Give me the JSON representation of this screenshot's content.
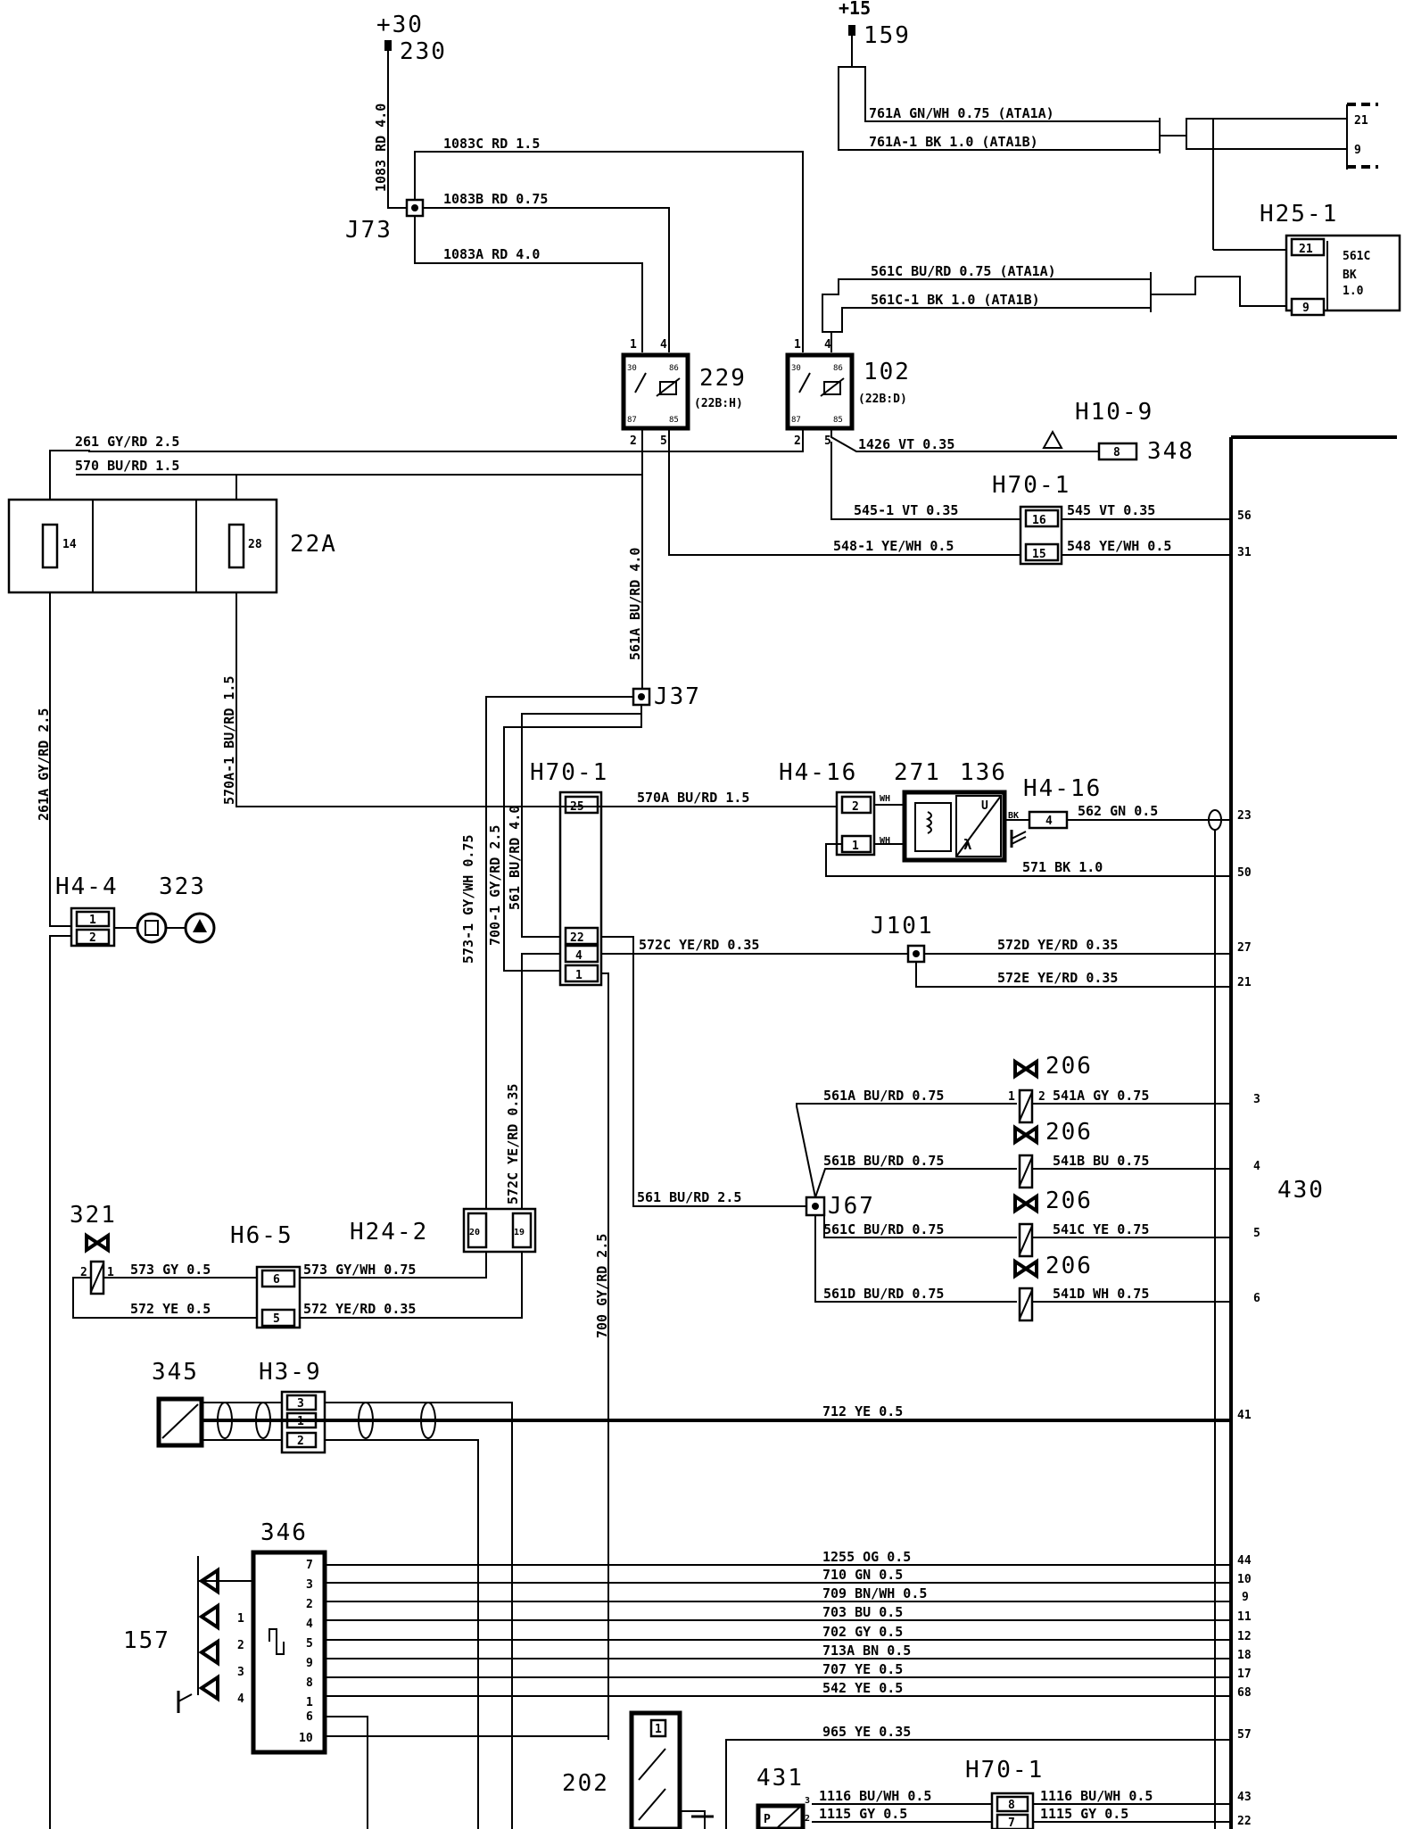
{
  "power": {
    "p30": "+30",
    "p230": "230",
    "p15": "+15",
    "p159": "159"
  },
  "components": {
    "j73": "J73",
    "j37": "J37",
    "j101": "J101",
    "j67": "J67",
    "c229": "229",
    "c229_ref": "(22B:H)",
    "c102": "102",
    "c102_ref": "(22B:D)",
    "h25_1": "H25-1",
    "h10_9": "H10-9",
    "c348": "348",
    "h70_1_top": "H70-1",
    "h70_1_mid": "H70-1",
    "h70_1_bot": "H70-1",
    "c22a": "22A",
    "h4_16_a": "H4-16",
    "c271": "271",
    "c136": "136",
    "h4_16_b": "H4-16",
    "h4_4": "H4-4",
    "c323": "323",
    "c206": "206",
    "c321": "321",
    "h6_5": "H6-5",
    "h24_2": "H24-2",
    "c345": "345",
    "h3_9": "H3-9",
    "c346": "346",
    "c157": "157",
    "c430": "430",
    "c202": "202",
    "c431": "431"
  },
  "wires": {
    "w1083_rd": "1083 RD 4.0",
    "w1083c": "1083C RD 1.5",
    "w1083b": "1083B RD 0.75",
    "w1083a": "1083A RD 4.0",
    "w761a": "761A GN/WH 0.75  (ATA1A)",
    "w761a1": "761A-1 BK 1.0   (ATA1B)",
    "w561c": "561C BU/RD 0.75  (ATA1A)",
    "w561c1": "561C-1 BK 1.0   (ATA1B)",
    "w261": "261 GY/RD 2.5",
    "w570": "570 BU/RD 1.5",
    "w1426": "1426 VT 0.35",
    "w545_1": "545-1 VT 0.35",
    "w545": "545 VT 0.35",
    "w548_1": "548-1 YE/WH 0.5",
    "w548": "548 YE/WH 0.5",
    "w261a": "261A GY/RD 2.5",
    "w570a1": "570A-1 BU/RD 1.5",
    "w561a_v": "561A BU/RD 4.0",
    "w573_1": "573-1 GY/WH 0.75",
    "w700_1": "700-1 GY/RD 2.5",
    "w561_v": "561 BU/RD 4.0",
    "w570a": "570A BU/RD 1.5",
    "w562": "562  GN  0.5",
    "w571": "571  BK  1.0",
    "w572c": "572C YE/RD 0.35",
    "w572d": "572D  YE/RD  0.35",
    "w572e": "572E  YE/RD  0.35",
    "w572c_v": "572C YE/RD 0.35",
    "w700": "700 GY/RD 2.5",
    "w561": "561 BU/RD 2.5",
    "w561a": "561A BU/RD 0.75",
    "w541a": "541A GY 0.75",
    "w561b": "561B BU/RD 0.75",
    "w541b": "541B BU 0.75",
    "w561c_b": "561C BU/RD 0.75",
    "w541c": "541C YE 0.75",
    "w561d": "561D BU/RD 0.75",
    "w541d": "541D WH 0.75",
    "w573": "573 GY 0.5",
    "w573_gw": "573 GY/WH 0.75",
    "w572": "572 YE 0.5",
    "w572_yr": "572 YE/RD 0.35",
    "w712": "712 YE 0.5",
    "w1255": "1255 OG 0.5",
    "w710": "710 GN 0.5",
    "w709": "709 BN/WH 0.5",
    "w703": "703 BU 0.5",
    "w702": "702 GY 0.5",
    "w713a": "713A BN 0.5",
    "w707": "707 YE 0.5",
    "w542": "542 YE 0.5",
    "w965": "965 YE     0.35",
    "w1116_l": "1116 BU/WH 0.5",
    "w1116_r": "1116 BU/WH 0.5",
    "w1115_l": "1115 GY 0.5",
    "w1115_r": "1115   GY   0.5"
  },
  "ecu_pins": [
    "56",
    "31",
    "23",
    "50",
    "27",
    "21",
    "3",
    "4",
    "5",
    "6",
    "41",
    "44",
    "10",
    "9",
    "11",
    "12",
    "18",
    "17",
    "68",
    "57",
    "43",
    "22"
  ],
  "pins": {
    "relay": [
      "1",
      "4",
      "2",
      "5",
      "30",
      "86",
      "87",
      "85"
    ],
    "h25": [
      "21",
      "9"
    ],
    "h25_side": "561C",
    "h25_bk": "BK",
    "h25_sz": "1.0",
    "ecu_plug": [
      "21",
      "9"
    ],
    "fuse": [
      "14",
      "28"
    ],
    "h70_top": [
      "16",
      "15"
    ],
    "h348": "8",
    "h70_mid": [
      "25",
      "22",
      "4",
      "1"
    ],
    "h4_16": [
      "2",
      "1",
      "4"
    ],
    "h4_wh": "WH",
    "h4_bk": "BK",
    "h4_4": [
      "1",
      "2"
    ],
    "h6_5": [
      "6",
      "5"
    ],
    "h24_2": [
      "20",
      "19"
    ],
    "h3_9": [
      "3",
      "1",
      "2"
    ],
    "c346": [
      "7",
      "3",
      "2",
      "4",
      "5",
      "9",
      "8",
      "1",
      "6",
      "10"
    ],
    "c157": [
      "1",
      "2",
      "3",
      "4"
    ],
    "h70_bot": [
      "8",
      "7"
    ],
    "valve": [
      "1",
      "2"
    ],
    "c202": [
      "1"
    ],
    "c431": [
      "3",
      "2"
    ],
    "sensor_u": "U",
    "sensor_l": "λ",
    "p": "P"
  }
}
